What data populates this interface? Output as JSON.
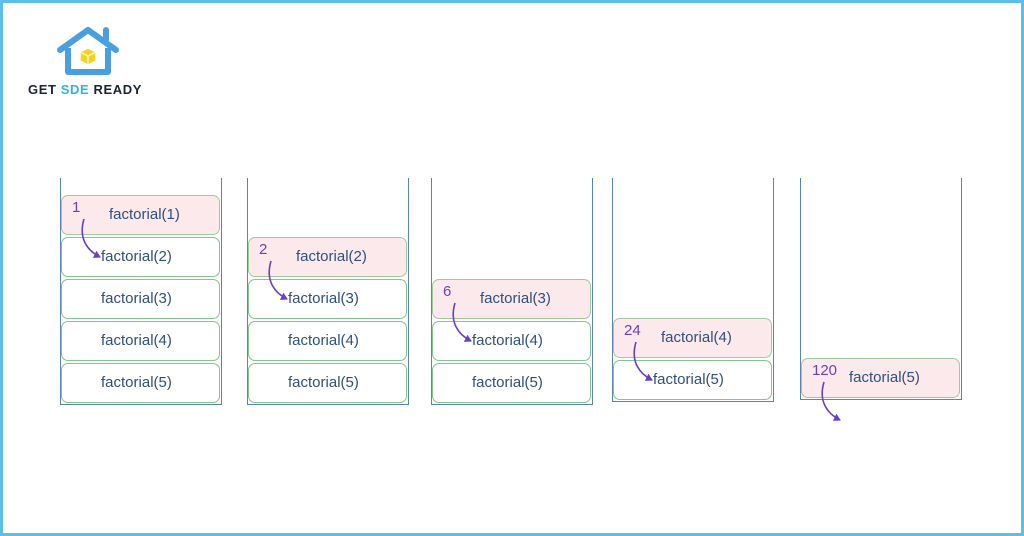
{
  "brand": {
    "name_part1": "GET ",
    "name_accent": "SDE",
    "name_part2": " READY",
    "icon": "house-cube-icon",
    "colors": {
      "primary": "#4a9fe0",
      "accent": "#f7d21e",
      "text": "#1c2333",
      "accent_text": "#35b0ea"
    }
  },
  "stacks": [
    {
      "frames": [
        "factorial(1)",
        "factorial(2)",
        "factorial(3)",
        "factorial(4)",
        "factorial(5)"
      ],
      "return_value": "1"
    },
    {
      "frames": [
        "factorial(2)",
        "factorial(3)",
        "factorial(4)",
        "factorial(5)"
      ],
      "return_value": "2"
    },
    {
      "frames": [
        "factorial(3)",
        "factorial(4)",
        "factorial(5)"
      ],
      "return_value": "6"
    },
    {
      "frames": [
        "factorial(4)",
        "factorial(5)"
      ],
      "return_value": "24"
    },
    {
      "frames": [
        "factorial(5)"
      ],
      "return_value": "120"
    }
  ],
  "colors": {
    "stack_border": "#5a83b8",
    "frame_border": "#7fc78c",
    "active_fill": "#fbe9ec",
    "label_text": "#2f4f7d",
    "return_arrow": "#6a3fc2",
    "page_border": "#5bc0e8"
  }
}
